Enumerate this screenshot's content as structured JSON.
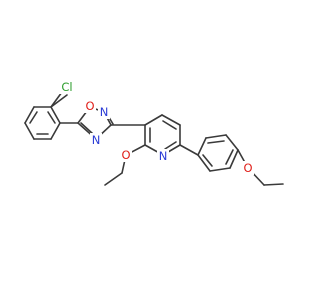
{
  "molecule": {
    "atom_labels": {
      "chlorine": "Cl",
      "oxadiazole_oxygen": "O",
      "oxadiazole_n2": "N",
      "oxadiazole_n4": "N",
      "pyridine_nitrogen": "N",
      "ethoxy_oxygen": "O",
      "methoxy_oxygen": "O"
    },
    "colors": {
      "bond": "#3a3a3a",
      "chlorine": "#2e9e2e",
      "oxygen": "#e0201a",
      "nitrogen": "#2a3bd6"
    }
  }
}
